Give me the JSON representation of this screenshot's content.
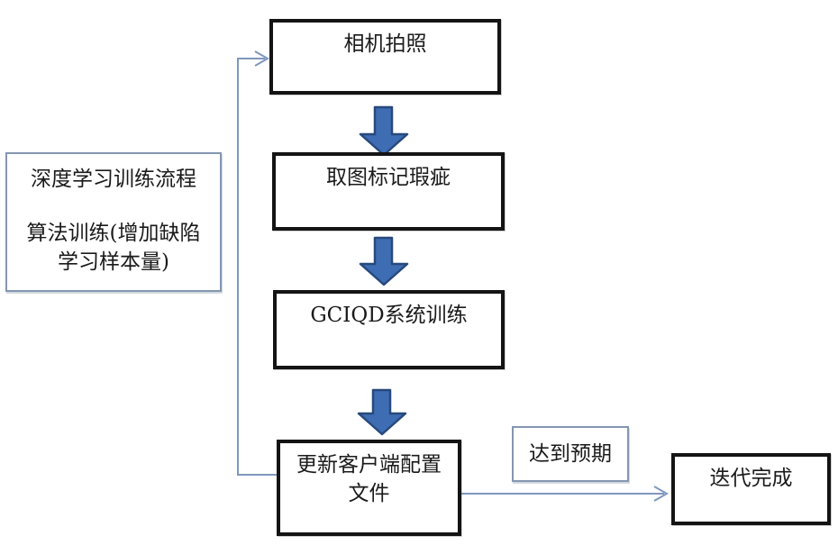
{
  "flowchart": {
    "nodes": {
      "camera": {
        "label": "相机拍照"
      },
      "mark_defects": {
        "label": "取图标记瑕疵"
      },
      "gciqd_training": {
        "label": "GCIQD系统训练"
      },
      "update_config": {
        "line1": "更新客户端配置",
        "line2": "文件"
      },
      "process_note": {
        "line1": "深度学习训练流程",
        "line2": "算法训练(增加缺陷",
        "line3": "学习样本量)"
      },
      "expected": {
        "label": "达到预期"
      },
      "done": {
        "label": "迭代完成"
      }
    },
    "colors": {
      "thick_border": "#141414",
      "thin_border": "#8496b0",
      "connector": "#7f97bd",
      "block_arrow_fill": "#3e6db3",
      "block_arrow_stroke": "#27497c"
    }
  }
}
